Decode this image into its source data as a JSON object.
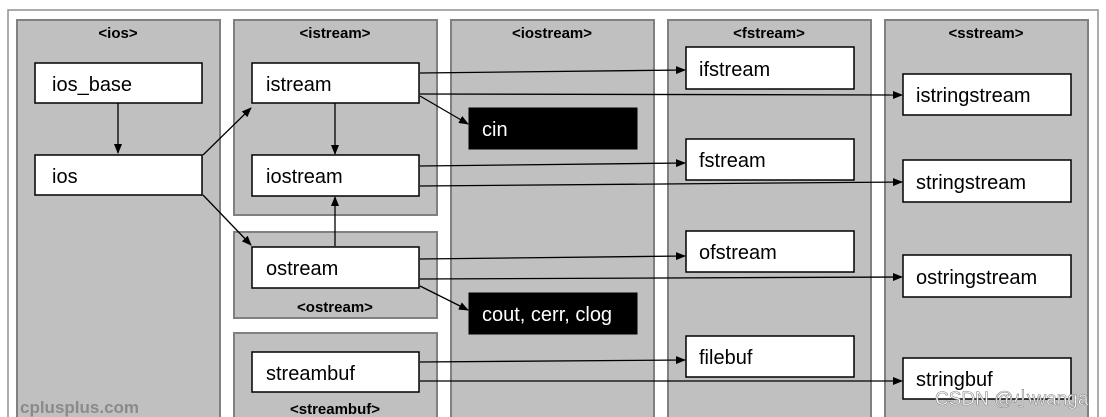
{
  "headers": {
    "ios": "<ios>",
    "istream": "<istream>",
    "ostream": "<ostream>",
    "streambuf": "<streambuf>",
    "iostream": "<iostream>",
    "fstream": "<fstream>",
    "sstream": "<sstream>"
  },
  "classes": {
    "ios_base": "ios_base",
    "ios": "ios",
    "istream": "istream",
    "iostream": "iostream",
    "ostream": "ostream",
    "streambuf": "streambuf",
    "cin": "cin",
    "cout": "cout, cerr, clog",
    "ifstream": "ifstream",
    "fstream": "fstream",
    "ofstream": "ofstream",
    "filebuf": "filebuf",
    "istringstream": "istringstream",
    "stringstream": "stringstream",
    "ostringstream": "ostringstream",
    "stringbuf": "stringbuf"
  },
  "watermarks": {
    "site": "cplusplus.com",
    "csdn": "CSDN @小wanga"
  }
}
